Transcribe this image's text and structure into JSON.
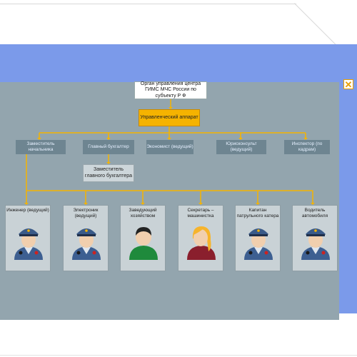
{
  "chart": {
    "root": "Орган управления центра ГИМС МЧС России по субъекту Р Ф",
    "admin": "Управленческий аппарат",
    "level2": [
      "Заместитель начальника",
      "Главный бухгалтер",
      "Экономист (ведущий)",
      "Юрисконсульт (ведущий)",
      "Инспектор (по кадрам)"
    ],
    "deputy_accountant": "Заместитель главного бухгалтера",
    "staff": [
      {
        "label": "Инженер (ведущий)",
        "icon": "officer-icon"
      },
      {
        "label": "Электроник (ведущий)",
        "icon": "officer-icon"
      },
      {
        "label": "Заведующий хозяйством",
        "icon": "person-green-icon"
      },
      {
        "label": "Секретарь – машинистка",
        "icon": "person-blonde-icon"
      },
      {
        "label": "Капитан патрульного катера",
        "icon": "officer-icon"
      },
      {
        "label": "Водитель автомобиля",
        "icon": "officer-icon"
      }
    ]
  },
  "close_glyph": "✕",
  "colors": {
    "slide_bg": "#7b9aea",
    "panel_bg": "#93a5ae",
    "accent": "#f5b300",
    "level2_bg": "#6e8591",
    "card_bg": "#c9d2d6"
  }
}
